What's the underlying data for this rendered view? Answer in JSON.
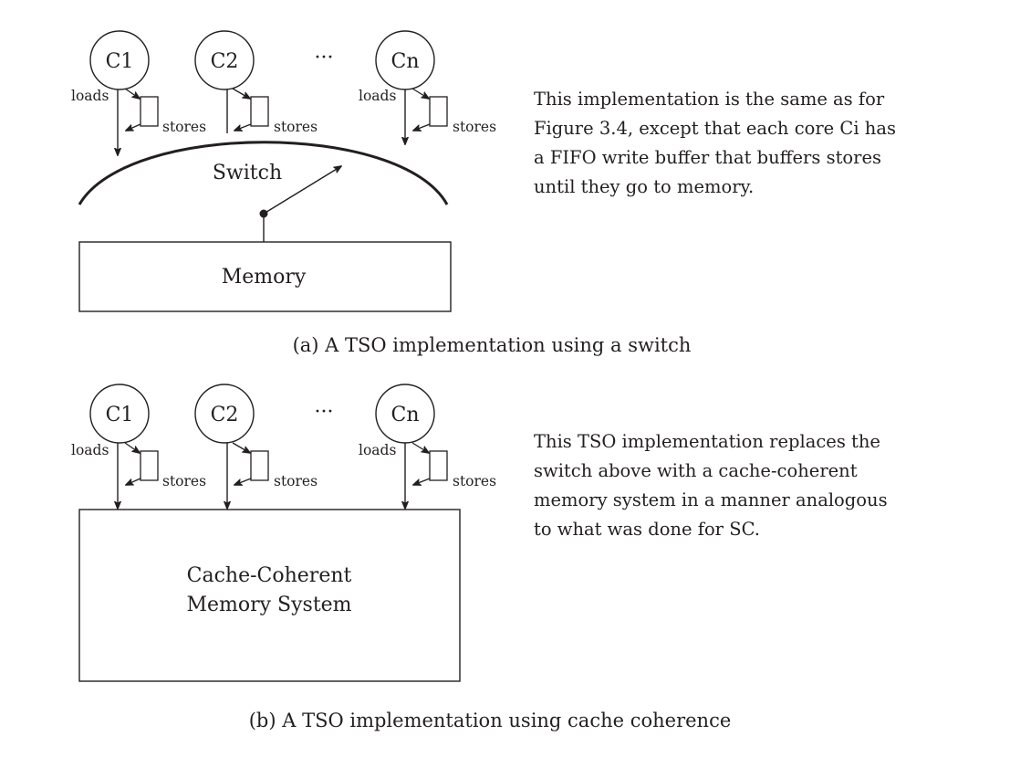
{
  "panel_a": {
    "cores": [
      {
        "label": "C1",
        "loads_label": "loads",
        "stores_label": "stores"
      },
      {
        "label": "C2",
        "loads_label": "",
        "stores_label": "stores"
      },
      {
        "label": "Cn",
        "loads_label": "loads",
        "stores_label": "stores"
      }
    ],
    "ellipsis": "···",
    "switch_label": "Switch",
    "memory_label": "Memory",
    "caption": "(a) A TSO implementation using a switch",
    "description": [
      "This implementation is the same as for",
      "Figure 3.4, except that each core Ci has",
      "a FIFO write buffer that buffers stores",
      "until they go to memory."
    ]
  },
  "panel_b": {
    "cores": [
      {
        "label": "C1",
        "loads_label": "loads",
        "stores_label": "stores"
      },
      {
        "label": "C2",
        "loads_label": "",
        "stores_label": "stores"
      },
      {
        "label": "Cn",
        "loads_label": "loads",
        "stores_label": "stores"
      }
    ],
    "ellipsis": "···",
    "memory_label": [
      "Cache-Coherent",
      "Memory System"
    ],
    "caption": "(b) A TSO implementation using cache coherence",
    "description": [
      "This TSO implementation replaces the",
      "switch above with a cache-coherent",
      "memory system in a manner analogous",
      "to what was done for SC."
    ]
  }
}
